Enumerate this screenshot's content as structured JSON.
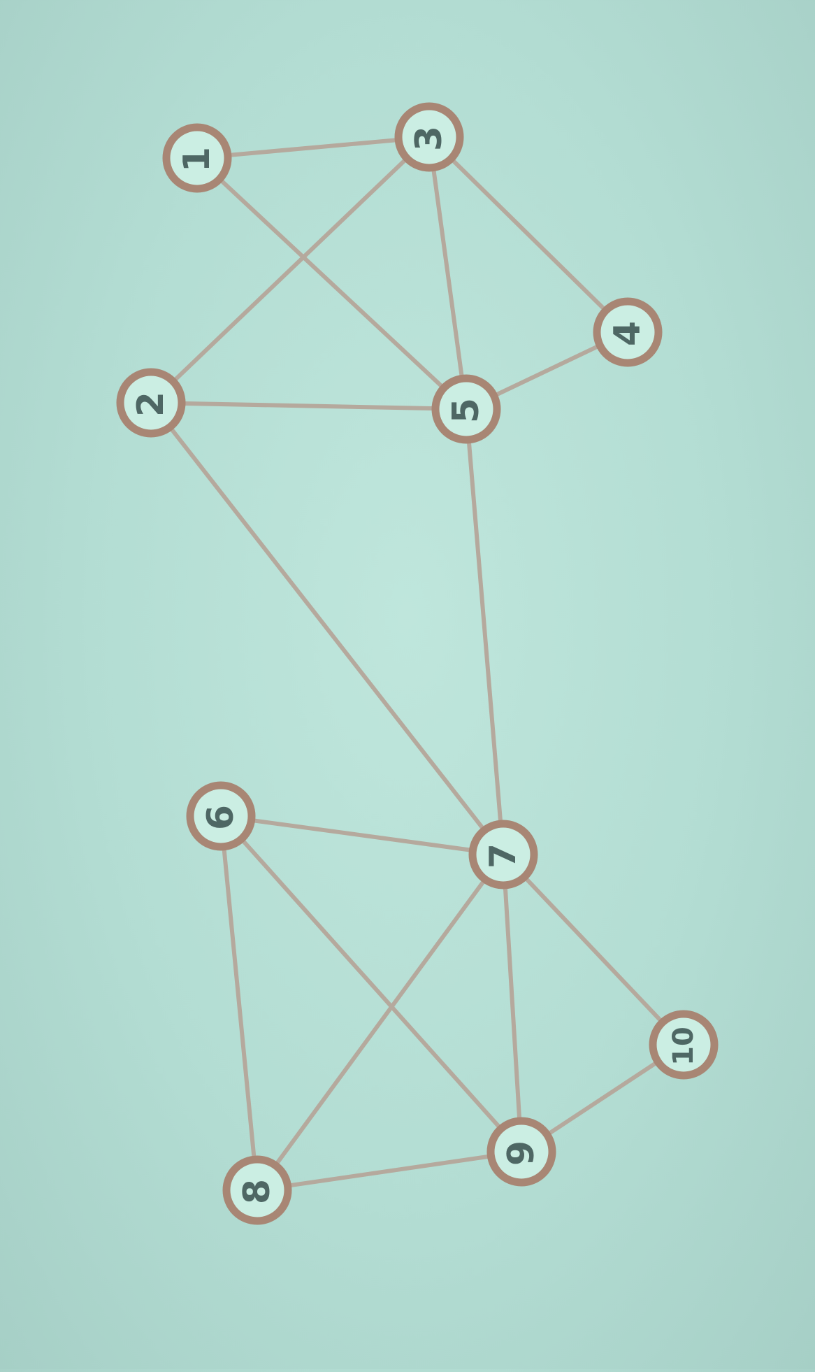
{
  "diagram": {
    "nodes": [
      {
        "id": "1",
        "label": "1"
      },
      {
        "id": "2",
        "label": "2"
      },
      {
        "id": "3",
        "label": "3"
      },
      {
        "id": "4",
        "label": "4"
      },
      {
        "id": "5",
        "label": "5"
      },
      {
        "id": "6",
        "label": "6"
      },
      {
        "id": "7",
        "label": "7"
      },
      {
        "id": "8",
        "label": "8"
      },
      {
        "id": "9",
        "label": "9"
      },
      {
        "id": "10",
        "label": "10"
      }
    ],
    "edges": [
      [
        "1",
        "3"
      ],
      [
        "1",
        "5"
      ],
      [
        "2",
        "3"
      ],
      [
        "2",
        "5"
      ],
      [
        "2",
        "7"
      ],
      [
        "3",
        "4"
      ],
      [
        "3",
        "5"
      ],
      [
        "4",
        "5"
      ],
      [
        "5",
        "7"
      ],
      [
        "6",
        "7"
      ],
      [
        "6",
        "8"
      ],
      [
        "6",
        "9"
      ],
      [
        "7",
        "8"
      ],
      [
        "7",
        "9"
      ],
      [
        "7",
        "10"
      ],
      [
        "8",
        "9"
      ],
      [
        "9",
        "10"
      ]
    ],
    "colors": {
      "background": "#b8e0d6",
      "edge": "#b5a99d",
      "node_ring": "#a88674",
      "node_fill": "#cbeee3",
      "node_text": "#4e6764"
    }
  }
}
